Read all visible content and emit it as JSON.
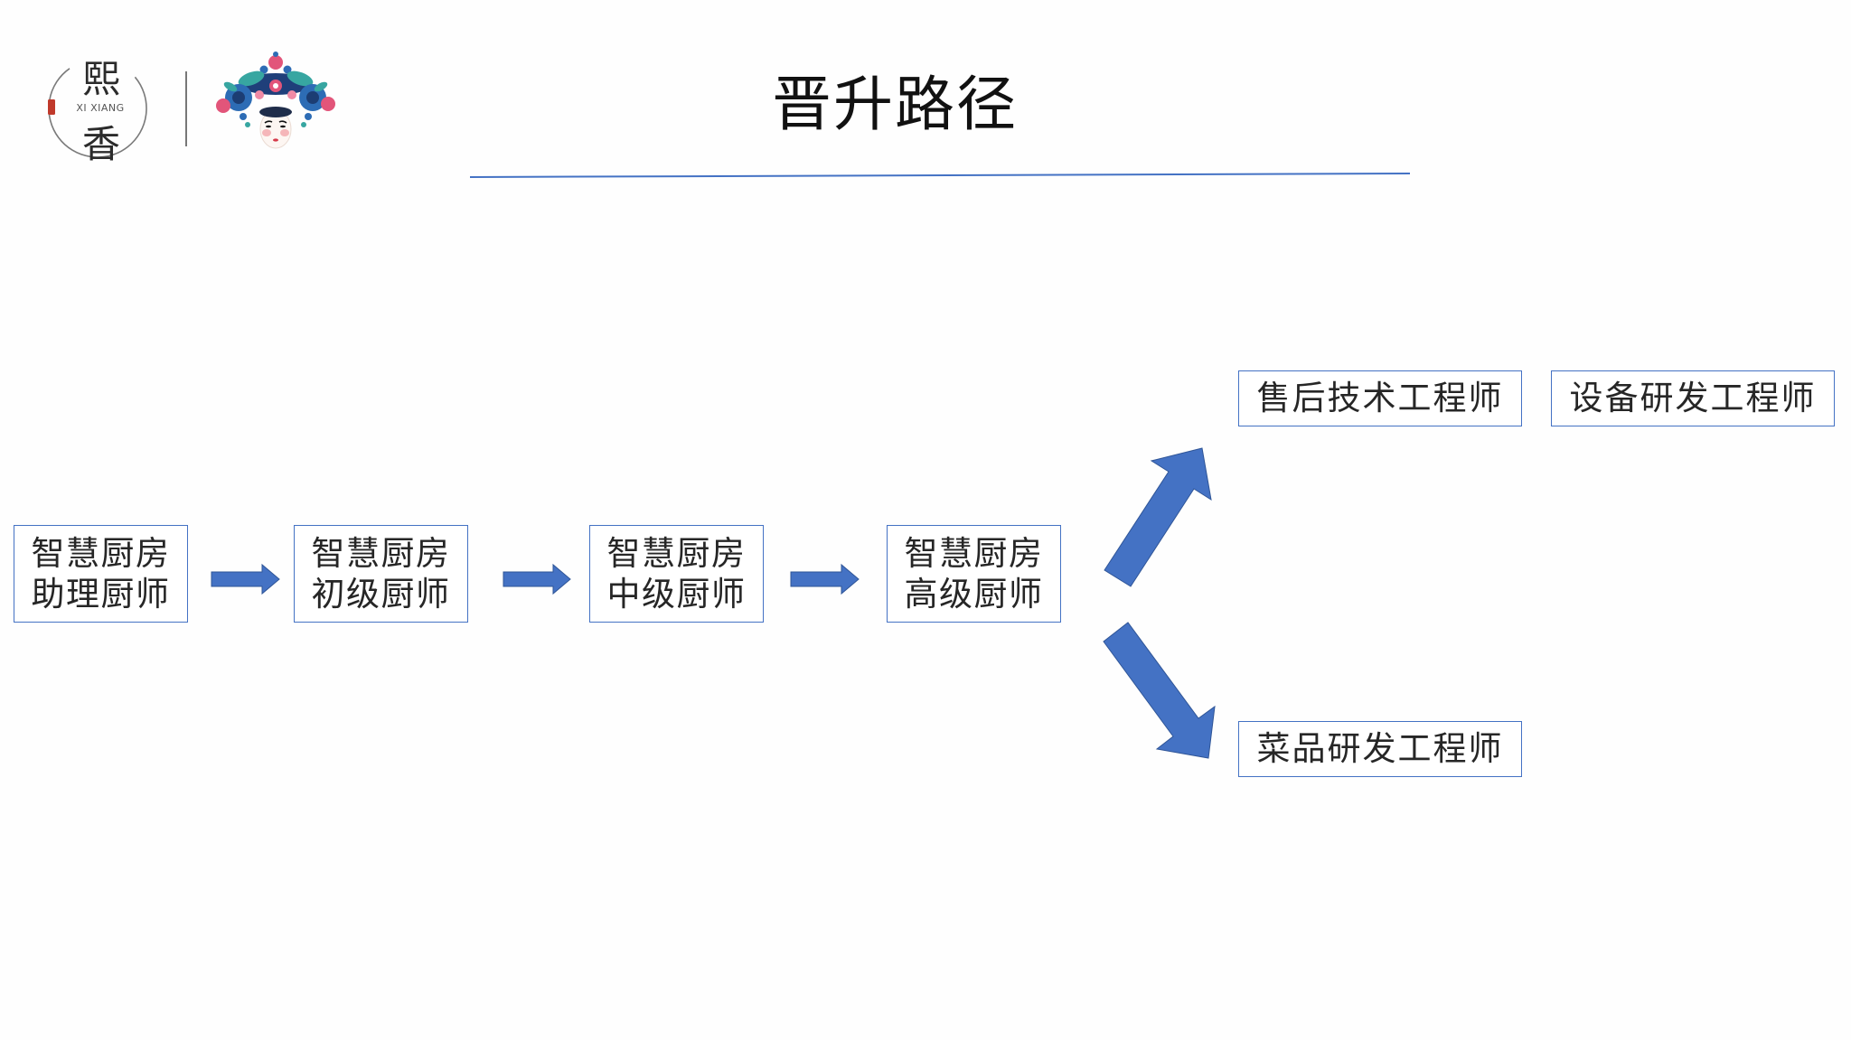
{
  "slide": {
    "title": "晋升路径"
  },
  "brand": {
    "wordmark_top": "熙",
    "wordmark_bottom": "香",
    "wordmark_latin": "XI XIANG",
    "emblem_icon": "peking-opera-mask-icon"
  },
  "flow": {
    "stages": [
      {
        "line1": "智慧厨房",
        "line2": "助理厨师"
      },
      {
        "line1": "智慧厨房",
        "line2": "初级厨师"
      },
      {
        "line1": "智慧厨房",
        "line2": "中级厨师"
      },
      {
        "line1": "智慧厨房",
        "line2": "高级厨师"
      }
    ],
    "branch_up": [
      "售后技术工程师",
      "设备研发工程师"
    ],
    "branch_down": [
      "菜品研发工程师"
    ],
    "connector_icon": "arrow-right-icon"
  },
  "colors": {
    "accent": "#4472C4",
    "arrow_outline": "#2F5597",
    "text": "#262626",
    "title": "#111111",
    "background": "#FEFEFE",
    "seal": "#C0392B"
  }
}
